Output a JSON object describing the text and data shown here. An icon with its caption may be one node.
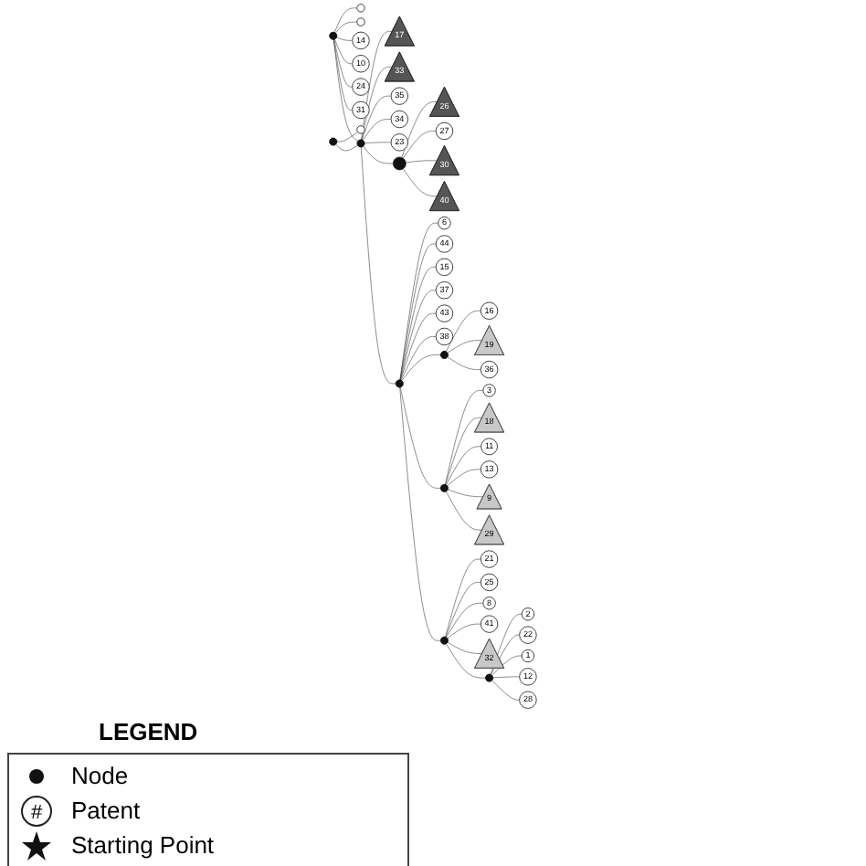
{
  "diagram": {
    "nodes": [
      {
        "text": [],
        "shape": "circle"
      },
      {
        "text": [],
        "shape": "circle"
      },
      {
        "text": [],
        "shape": "circle"
      },
      {
        "text": [
          "14"
        ]
      },
      {
        "text": [
          "10"
        ]
      },
      {
        "text": [],
        "shape": "dot"
      },
      {
        "text": [],
        "shape": "dot"
      },
      {
        "text": [
          "26"
        ]
      },
      {
        "text": [
          "17"
        ]
      },
      {
        "text": [
          "33"
        ]
      },
      {
        "text": [
          "27"
        ]
      },
      {
        "text": [],
        "shape": "star"
      },
      {
        "text": [
          "35"
        ]
      },
      {
        "text": [
          "30"
        ]
      },
      {
        "text": [
          "24"
        ]
      },
      {
        "text": [
          "31"
        ]
      },
      {
        "text": [],
        "shape": "dot"
      },
      {
        "text": [
          "34"
        ]
      },
      {
        "text": [
          "23"
        ]
      },
      {
        "text": [
          "40"
        ]
      },
      {
        "text": [
          "6"
        ]
      },
      {
        "text": [
          "44"
        ]
      },
      {
        "text": [
          "15"
        ]
      },
      {
        "text": [
          "16"
        ]
      },
      {
        "text": [
          "37"
        ]
      },
      {
        "text": [],
        "shape": "dot"
      },
      {
        "text": [
          "3"
        ]
      },
      {
        "text": [
          "18"
        ]
      },
      {
        "text": [
          "19"
        ]
      },
      {
        "text": [],
        "shape": "dot"
      },
      {
        "text": [
          "43"
        ]
      },
      {
        "text": [
          "38"
        ]
      },
      {
        "text": [
          "36"
        ]
      },
      {
        "text": [],
        "shape": "dot"
      },
      {
        "text": [
          "11"
        ]
      },
      {
        "text": [
          "13"
        ]
      },
      {
        "text": [
          "9"
        ]
      },
      {
        "text": [
          "29"
        ]
      },
      {
        "text": [
          "21"
        ]
      },
      {
        "text": [
          "25"
        ]
      },
      {
        "text": [
          "8"
        ]
      },
      {
        "text": [],
        "shape": "dot"
      },
      {
        "text": [
          "41"
        ]
      },
      {
        "text": [
          "32"
        ]
      },
      {
        "text": [
          "2"
        ]
      },
      {
        "text": [],
        "shape": "dot"
      },
      {
        "text": [
          "22"
        ]
      },
      {
        "text": [
          "1"
        ]
      },
      {
        "text": [
          "12"
        ]
      },
      {
        "text": [
          "28"
        ]
      }
    ],
    "edges": [
      {
        "from": 5,
        "to": 0,
        "arrow": "none"
      },
      {
        "from": 5,
        "to": 1,
        "arrow": "none"
      },
      {
        "from": 5,
        "to": 3,
        "arrow": "none"
      },
      {
        "from": 5,
        "to": 4,
        "arrow": "none"
      },
      {
        "from": 5,
        "to": 14,
        "arrow": "none"
      },
      {
        "from": 5,
        "to": 15,
        "arrow": "none"
      },
      {
        "from": 5,
        "to": 16,
        "arrow": "none"
      },
      {
        "from": 6,
        "to": 2,
        "arrow": "none"
      },
      {
        "from": 6,
        "to": 16,
        "arrow": "none"
      },
      {
        "from": 16,
        "to": 8,
        "arrow": "none"
      },
      {
        "from": 16,
        "to": 9,
        "arrow": "none"
      },
      {
        "from": 16,
        "to": 12,
        "arrow": "none"
      },
      {
        "from": 16,
        "to": 17,
        "arrow": "none"
      },
      {
        "from": 16,
        "to": 18,
        "arrow": "none"
      },
      {
        "from": 16,
        "to": 11,
        "arrow": "none"
      },
      {
        "from": 16,
        "to": 25,
        "arrow": "none"
      },
      {
        "from": 11,
        "to": 7,
        "arrow": "none"
      },
      {
        "from": 11,
        "to": 10,
        "arrow": "none"
      },
      {
        "from": 11,
        "to": 13,
        "arrow": "none"
      },
      {
        "from": 11,
        "to": 19,
        "arrow": "none"
      },
      {
        "from": 25,
        "to": 20,
        "arrow": "none"
      },
      {
        "from": 25,
        "to": 21,
        "arrow": "none"
      },
      {
        "from": 25,
        "to": 22,
        "arrow": "none"
      },
      {
        "from": 25,
        "to": 24,
        "arrow": "none"
      },
      {
        "from": 25,
        "to": 30,
        "arrow": "none"
      },
      {
        "from": 25,
        "to": 31,
        "arrow": "none"
      },
      {
        "from": 25,
        "to": 29,
        "arrow": "none"
      },
      {
        "from": 25,
        "to": 33,
        "arrow": "none"
      },
      {
        "from": 25,
        "to": 41,
        "arrow": "none"
      },
      {
        "from": 29,
        "to": 23,
        "arrow": "none"
      },
      {
        "from": 29,
        "to": 28,
        "arrow": "none"
      },
      {
        "from": 29,
        "to": 32,
        "arrow": "none"
      },
      {
        "from": 33,
        "to": 26,
        "arrow": "none"
      },
      {
        "from": 33,
        "to": 27,
        "arrow": "none"
      },
      {
        "from": 33,
        "to": 34,
        "arrow": "none"
      },
      {
        "from": 33,
        "to": 35,
        "arrow": "none"
      },
      {
        "from": 33,
        "to": 36,
        "arrow": "none"
      },
      {
        "from": 33,
        "to": 37,
        "arrow": "none"
      },
      {
        "from": 41,
        "to": 38,
        "arrow": "none"
      },
      {
        "from": 41,
        "to": 39,
        "arrow": "none"
      },
      {
        "from": 41,
        "to": 40,
        "arrow": "none"
      },
      {
        "from": 41,
        "to": 42,
        "arrow": "none"
      },
      {
        "from": 41,
        "to": 43,
        "arrow": "none"
      },
      {
        "from": 41,
        "to": 45,
        "arrow": "none"
      },
      {
        "from": 45,
        "to": 44,
        "arrow": "none"
      },
      {
        "from": 45,
        "to": 46,
        "arrow": "none"
      },
      {
        "from": 45,
        "to": 47,
        "arrow": "none"
      },
      {
        "from": 45,
        "to": 48,
        "arrow": "none"
      },
      {
        "from": 45,
        "to": 49,
        "arrow": "none"
      }
    ],
    "labels": [
      "LEGEND",
      "#"
    ],
    "legend": [
      {
        "text": "Node"
      },
      {
        "text": "Patent"
      },
      {
        "text": "Starting Point"
      }
    ]
  }
}
